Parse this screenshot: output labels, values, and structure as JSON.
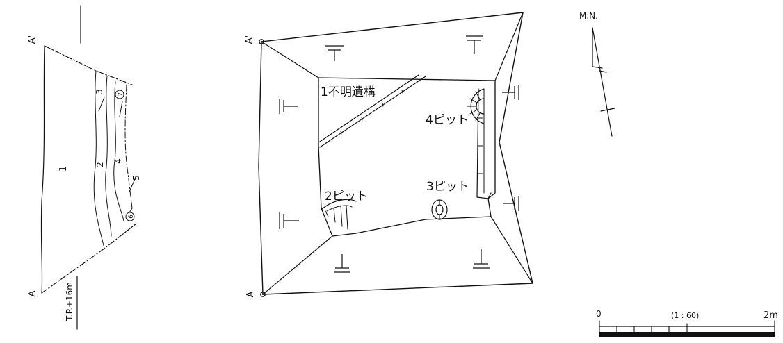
{
  "section": {
    "label_top": "A'",
    "label_bottom": "A",
    "elevation": "T.P.+16m",
    "layers": [
      "1",
      "2",
      "3",
      "4",
      "5",
      "6",
      "7"
    ]
  },
  "plan": {
    "corner_top": "A'",
    "corner_bottom": "A",
    "features": {
      "f1": "1不明遺構",
      "f2": "2ピット",
      "f3": "3ピット",
      "f4": "4ピット"
    }
  },
  "north": {
    "label": "M.N."
  },
  "scale": {
    "start": "0",
    "ratio": "(1 : 60)",
    "end": "2m"
  }
}
